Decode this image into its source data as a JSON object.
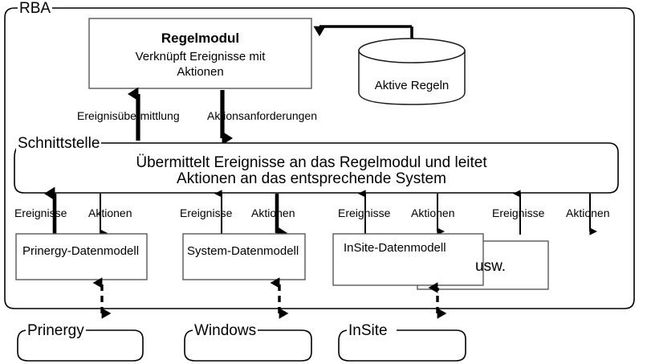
{
  "diagram": {
    "outer_group": {
      "label": "RBA"
    },
    "rule_module": {
      "title": "Regelmodul",
      "subtitle_line1": "Verknüpft Ereignisse mit",
      "subtitle_line2": "Aktionen"
    },
    "database": {
      "label": "Aktive Regeln"
    },
    "interface": {
      "group_label": "Schnittstelle",
      "body_line1": "Übermittelt Ereignisse an das Regelmodul und leitet",
      "body_line2": "Aktionen an das entsprechende System"
    },
    "upper_flows": {
      "events": "Ereignisübermittlung",
      "actions": "Aktionsanforderungen"
    },
    "columns": [
      {
        "events_label": "Ereignisse",
        "actions_label": "Aktionen",
        "model_label": "Prinergy-Datenmodell",
        "system_label": "Prinergy"
      },
      {
        "events_label": "Ereignisse",
        "actions_label": "Aktionen",
        "model_label": "System-Datenmodell",
        "system_label": "Windows"
      },
      {
        "events_label": "Ereignisse",
        "actions_label": "Aktionen",
        "model_label": "InSite-Datenmodell",
        "system_label": "InSite"
      },
      {
        "events_label": "Ereignisse",
        "actions_label": "Aktionen",
        "model_label": "",
        "system_label": ""
      }
    ],
    "etc_box": {
      "label": "usw."
    },
    "colors": {
      "stroke": "#000000",
      "box_stroke": "#595959",
      "background": "#ffffff",
      "text": "#000000"
    }
  }
}
